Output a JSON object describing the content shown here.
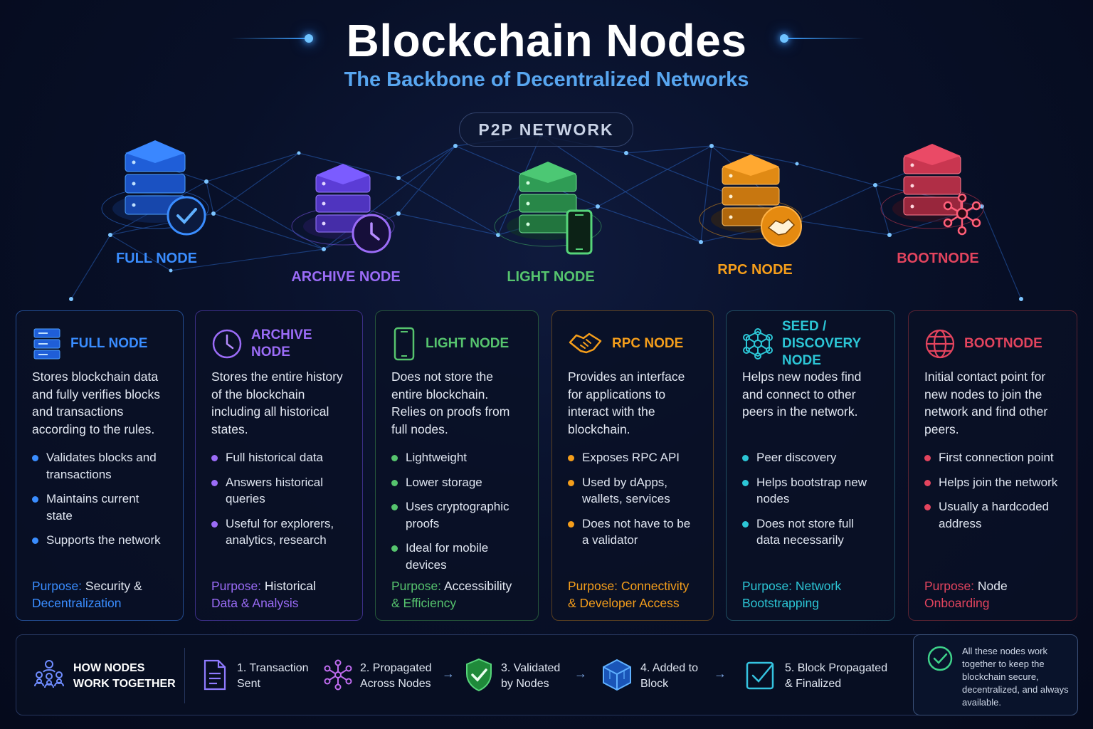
{
  "header": {
    "title": "Blockchain Nodes",
    "subtitle": "The Backbone of Decentralized Networks",
    "network_label": "P2P NETWORK"
  },
  "hero_nodes": [
    {
      "label": "FULL NODE",
      "color": "#3a8dff",
      "icon": "checkmark-circle-icon"
    },
    {
      "label": "ARCHIVE NODE",
      "color": "#8b5cf6",
      "icon": "clock-icon"
    },
    {
      "label": "LIGHT NODE",
      "color": "#46c46a",
      "icon": "smartphone-icon"
    },
    {
      "label": "RPC NODE",
      "color": "#f59e1b",
      "icon": "handshake-icon"
    },
    {
      "label": "BOOTNODE",
      "color": "#e3445e",
      "icon": "network-hub-icon"
    }
  ],
  "cards": [
    {
      "title": "FULL NODE",
      "icon": "server-stack-icon",
      "color": "#3a8dff",
      "description": "Stores blockchain data and fully verifies blocks and transactions according to the rules.",
      "bullets": [
        "Validates blocks and transactions",
        "Maintains current state",
        "Supports the network"
      ],
      "purpose_key": "Purpose:",
      "purpose_value_1": "Security &",
      "purpose_value_2": "Decentralization"
    },
    {
      "title": "ARCHIVE NODE",
      "icon": "clock-icon",
      "color": "#9b6cf7",
      "description": "Stores the entire history of the blockchain including all historical states.",
      "bullets": [
        "Full historical data",
        "Answers historical queries",
        "Useful for explorers, analytics, research"
      ],
      "purpose_key": "Purpose:",
      "purpose_value_1": "Historical",
      "purpose_value_2": "Data & Analysis"
    },
    {
      "title": "LIGHT NODE",
      "icon": "smartphone-icon",
      "color": "#56c46e",
      "description": "Does not store the entire blockchain. Relies on proofs from full nodes.",
      "bullets": [
        "Lightweight",
        "Lower storage",
        "Uses cryptographic proofs",
        "Ideal for mobile devices"
      ],
      "purpose_key": "Purpose:",
      "purpose_value_1": "Accessibility",
      "purpose_value_2": "& Efficiency"
    },
    {
      "title": "RPC NODE",
      "icon": "handshake-icon",
      "color": "#f59e1b",
      "description": "Provides an interface for applications to interact with the blockchain.",
      "bullets": [
        "Exposes RPC API",
        "Used by dApps, wallets, services",
        "Does not have to be a validator"
      ],
      "purpose_key": "Purpose:",
      "purpose_value_1": "Connectivity",
      "purpose_value_2": "& Developer Access"
    },
    {
      "title": "SEED / DISCOVERY NODE",
      "icon": "network-mesh-icon",
      "color": "#2cc6d6",
      "description": "Helps new nodes find and connect to other peers in the network.",
      "bullets": [
        "Peer discovery",
        "Helps bootstrap new nodes",
        "Does not store full data necessarily"
      ],
      "purpose_key": "Purpose:",
      "purpose_value_1": "Network",
      "purpose_value_2": "Bootstrapping"
    },
    {
      "title": "BOOTNODE",
      "icon": "globe-icon",
      "color": "#e3445e",
      "description": "Initial contact point for new nodes to join the network and find other peers.",
      "bullets": [
        "First connection point",
        "Helps join the network",
        "Usually a hardcoded address"
      ],
      "purpose_key": "Purpose:",
      "purpose_value_1": "Node",
      "purpose_value_2": "Onboarding"
    }
  ],
  "workflow": {
    "heading_1": "HOW NODES",
    "heading_2": "WORK TOGETHER",
    "steps": [
      {
        "line1": "1. Transaction",
        "line2": "Sent",
        "icon": "document-icon"
      },
      {
        "line1": "2. Propagated",
        "line2": "Across Nodes",
        "icon": "network-mesh-icon"
      },
      {
        "line1": "3. Validated",
        "line2": "by Nodes",
        "icon": "shield-check-icon"
      },
      {
        "line1": "4. Added to",
        "line2": "Block",
        "icon": "cube-icon"
      },
      {
        "line1": "5. Block Propagated",
        "line2": "& Finalized",
        "icon": "checkbox-icon"
      }
    ],
    "arrow": "→",
    "note": "All these nodes work together to keep the blockchain secure, decentralized, and always available."
  }
}
